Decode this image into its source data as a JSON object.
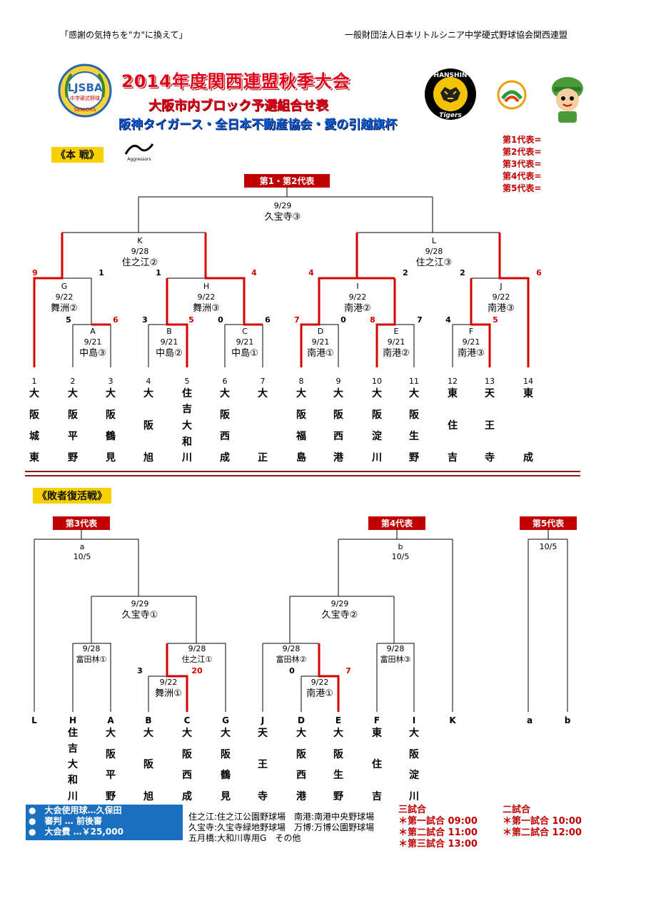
{
  "header": {
    "slogan": "「感謝の気持ちを\"カ\"に換えて」",
    "org": "一般財団法人日本リトルシニア中学硬式野球協会関西連盟"
  },
  "titles": {
    "main": "2014年度関西連盟秋季大会",
    "sub": "大阪市内ブロック予選組合せ表",
    "cup": "阪神タイガース・全日本不動産協会・愛の引越旗杯"
  },
  "logos": {
    "ljsba": "LJSBA",
    "ljsba_ring": "中学硬式野球",
    "ljsba_seniors": "SENIORS",
    "hanshin": "HANSHIN",
    "tigers": "Tigers",
    "sponsor": "Aggressors"
  },
  "colors": {
    "red": "#e0001a",
    "blue": "#1060d8",
    "bracket_red": "#d40000",
    "yellow": "#f7d000",
    "infobox": "#1a6fbf"
  },
  "main_section": {
    "label": "《本 戦》",
    "top_tag": "第1・第2代表",
    "final": {
      "date": "9/29",
      "venue": "久宝寺③"
    },
    "semis": [
      {
        "id": "K",
        "date": "9/28",
        "venue": "住之江②"
      },
      {
        "id": "L",
        "date": "9/28",
        "venue": "住之江③"
      }
    ],
    "quarters": [
      {
        "id": "G",
        "date": "9/22",
        "venue": "舞洲②"
      },
      {
        "id": "H",
        "date": "9/22",
        "venue": "舞洲③"
      },
      {
        "id": "I",
        "date": "9/22",
        "venue": "南港②"
      },
      {
        "id": "J",
        "date": "9/22",
        "venue": "南港③"
      }
    ],
    "round1": [
      {
        "id": "A",
        "date": "9/21",
        "venue": "中島③"
      },
      {
        "id": "B",
        "date": "9/21",
        "venue": "中島②"
      },
      {
        "id": "C",
        "date": "9/21",
        "venue": "中島①"
      },
      {
        "id": "D",
        "date": "9/21",
        "venue": "南港①"
      },
      {
        "id": "E",
        "date": "9/21",
        "venue": "南港②"
      },
      {
        "id": "F",
        "date": "9/21",
        "venue": "南港③"
      }
    ],
    "scores": {
      "s9": "9",
      "s1a": "1",
      "s1b": "1",
      "s4a": "4",
      "s4b": "4",
      "s2a": "2",
      "s2b": "2",
      "s6a": "6",
      "s5a": "5",
      "s6b": "6",
      "s3": "3",
      "s5b": "5",
      "s0a": "0",
      "s6c": "6",
      "s7a": "7",
      "s0b": "0",
      "s8": "8",
      "s7b": "7",
      "s4c": "4",
      "s5c": "5"
    },
    "teams": [
      {
        "no": "1",
        "chars": [
          "大",
          "阪",
          "城",
          "東"
        ]
      },
      {
        "no": "2",
        "chars": [
          "大",
          "阪",
          "平",
          "野"
        ]
      },
      {
        "no": "3",
        "chars": [
          "大",
          "阪",
          "鶴",
          "見"
        ]
      },
      {
        "no": "4",
        "chars": [
          "大",
          "",
          "阪",
          "旭"
        ]
      },
      {
        "no": "5",
        "chars": [
          "住",
          "吉",
          "大",
          "和",
          "川"
        ]
      },
      {
        "no": "6",
        "chars": [
          "大",
          "阪",
          "西",
          "成"
        ]
      },
      {
        "no": "7",
        "chars": [
          "大",
          "",
          "",
          "正"
        ]
      },
      {
        "no": "8",
        "chars": [
          "大",
          "阪",
          "福",
          "島"
        ]
      },
      {
        "no": "9",
        "chars": [
          "大",
          "阪",
          "西",
          "港"
        ]
      },
      {
        "no": "10",
        "chars": [
          "大",
          "阪",
          "淀",
          "川"
        ]
      },
      {
        "no": "11",
        "chars": [
          "大",
          "阪",
          "生",
          "野"
        ]
      },
      {
        "no": "12",
        "chars": [
          "東",
          "",
          "住",
          "吉"
        ]
      },
      {
        "no": "13",
        "chars": [
          "天",
          "",
          "王",
          "寺"
        ]
      },
      {
        "no": "14",
        "chars": [
          "東",
          "",
          "",
          "成"
        ]
      }
    ],
    "representatives": [
      "第1代表=",
      "第2代表=",
      "第3代表=",
      "第4代表=",
      "第5代表="
    ]
  },
  "repechage": {
    "label": "《敗者復活戦》",
    "tags": [
      "第3代表",
      "第4代表",
      "第5代表"
    ],
    "a": {
      "id": "a",
      "date": "10/5"
    },
    "b": {
      "id": "b",
      "date": "10/5"
    },
    "fifth": {
      "date": "10/5"
    },
    "semi1": {
      "date": "9/29",
      "venue": "久宝寺①"
    },
    "semi2": {
      "date": "9/29",
      "venue": "久宝寺②"
    },
    "q": [
      {
        "date": "9/28",
        "venue": "富田林①"
      },
      {
        "date": "9/28",
        "venue": "住之江①"
      },
      {
        "date": "9/28",
        "venue": "富田林②"
      },
      {
        "date": "9/28",
        "venue": "富田林③"
      }
    ],
    "r1": [
      {
        "date": "9/22",
        "venue": "舞洲①"
      },
      {
        "date": "9/22",
        "venue": "南港①"
      }
    ],
    "scores": {
      "s3": "3",
      "s20": "20",
      "s0": "0",
      "s7": "7"
    },
    "slots": [
      {
        "id": "L",
        "chars": []
      },
      {
        "id": "H",
        "chars": [
          "住",
          "吉",
          "大",
          "和",
          "川"
        ]
      },
      {
        "id": "A",
        "chars": [
          "大",
          "阪",
          "平",
          "野"
        ]
      },
      {
        "id": "B",
        "chars": [
          "大",
          "",
          "阪",
          "旭"
        ]
      },
      {
        "id": "C",
        "chars": [
          "大",
          "阪",
          "西",
          "成"
        ]
      },
      {
        "id": "G",
        "chars": [
          "大",
          "阪",
          "鶴",
          "見"
        ]
      },
      {
        "id": "J",
        "chars": [
          "天",
          "",
          "王",
          "寺"
        ]
      },
      {
        "id": "D",
        "chars": [
          "大",
          "阪",
          "西",
          "港"
        ]
      },
      {
        "id": "E",
        "chars": [
          "大",
          "阪",
          "生",
          "野"
        ]
      },
      {
        "id": "F",
        "chars": [
          "東",
          "",
          "住",
          "吉"
        ]
      },
      {
        "id": "I",
        "chars": [
          "大",
          "阪",
          "淀",
          "川"
        ]
      },
      {
        "id": "K",
        "chars": []
      },
      {
        "id": "a",
        "chars": []
      },
      {
        "id": "b",
        "chars": []
      }
    ]
  },
  "info": {
    "items": [
      "大会使用球…久保田",
      "審判 … 前後審",
      "大会費 …￥25,000"
    ],
    "bullet": "●",
    "venues": [
      "住之江:住之江公園野球場　南港:南港中央野球場",
      "久宝寺:久宝寺緑地野球場　万博:万博公園野球場",
      "五月橋:大和川専用G　その他"
    ],
    "three_games": {
      "title": "三試合",
      "lines": [
        "＊第一試合 09:00",
        "＊第二試合 11:00",
        "＊第三試合 13:00"
      ]
    },
    "two_games": {
      "title": "二試合",
      "lines": [
        "＊第一試合 10:00",
        "＊第二試合 12:00"
      ]
    }
  }
}
